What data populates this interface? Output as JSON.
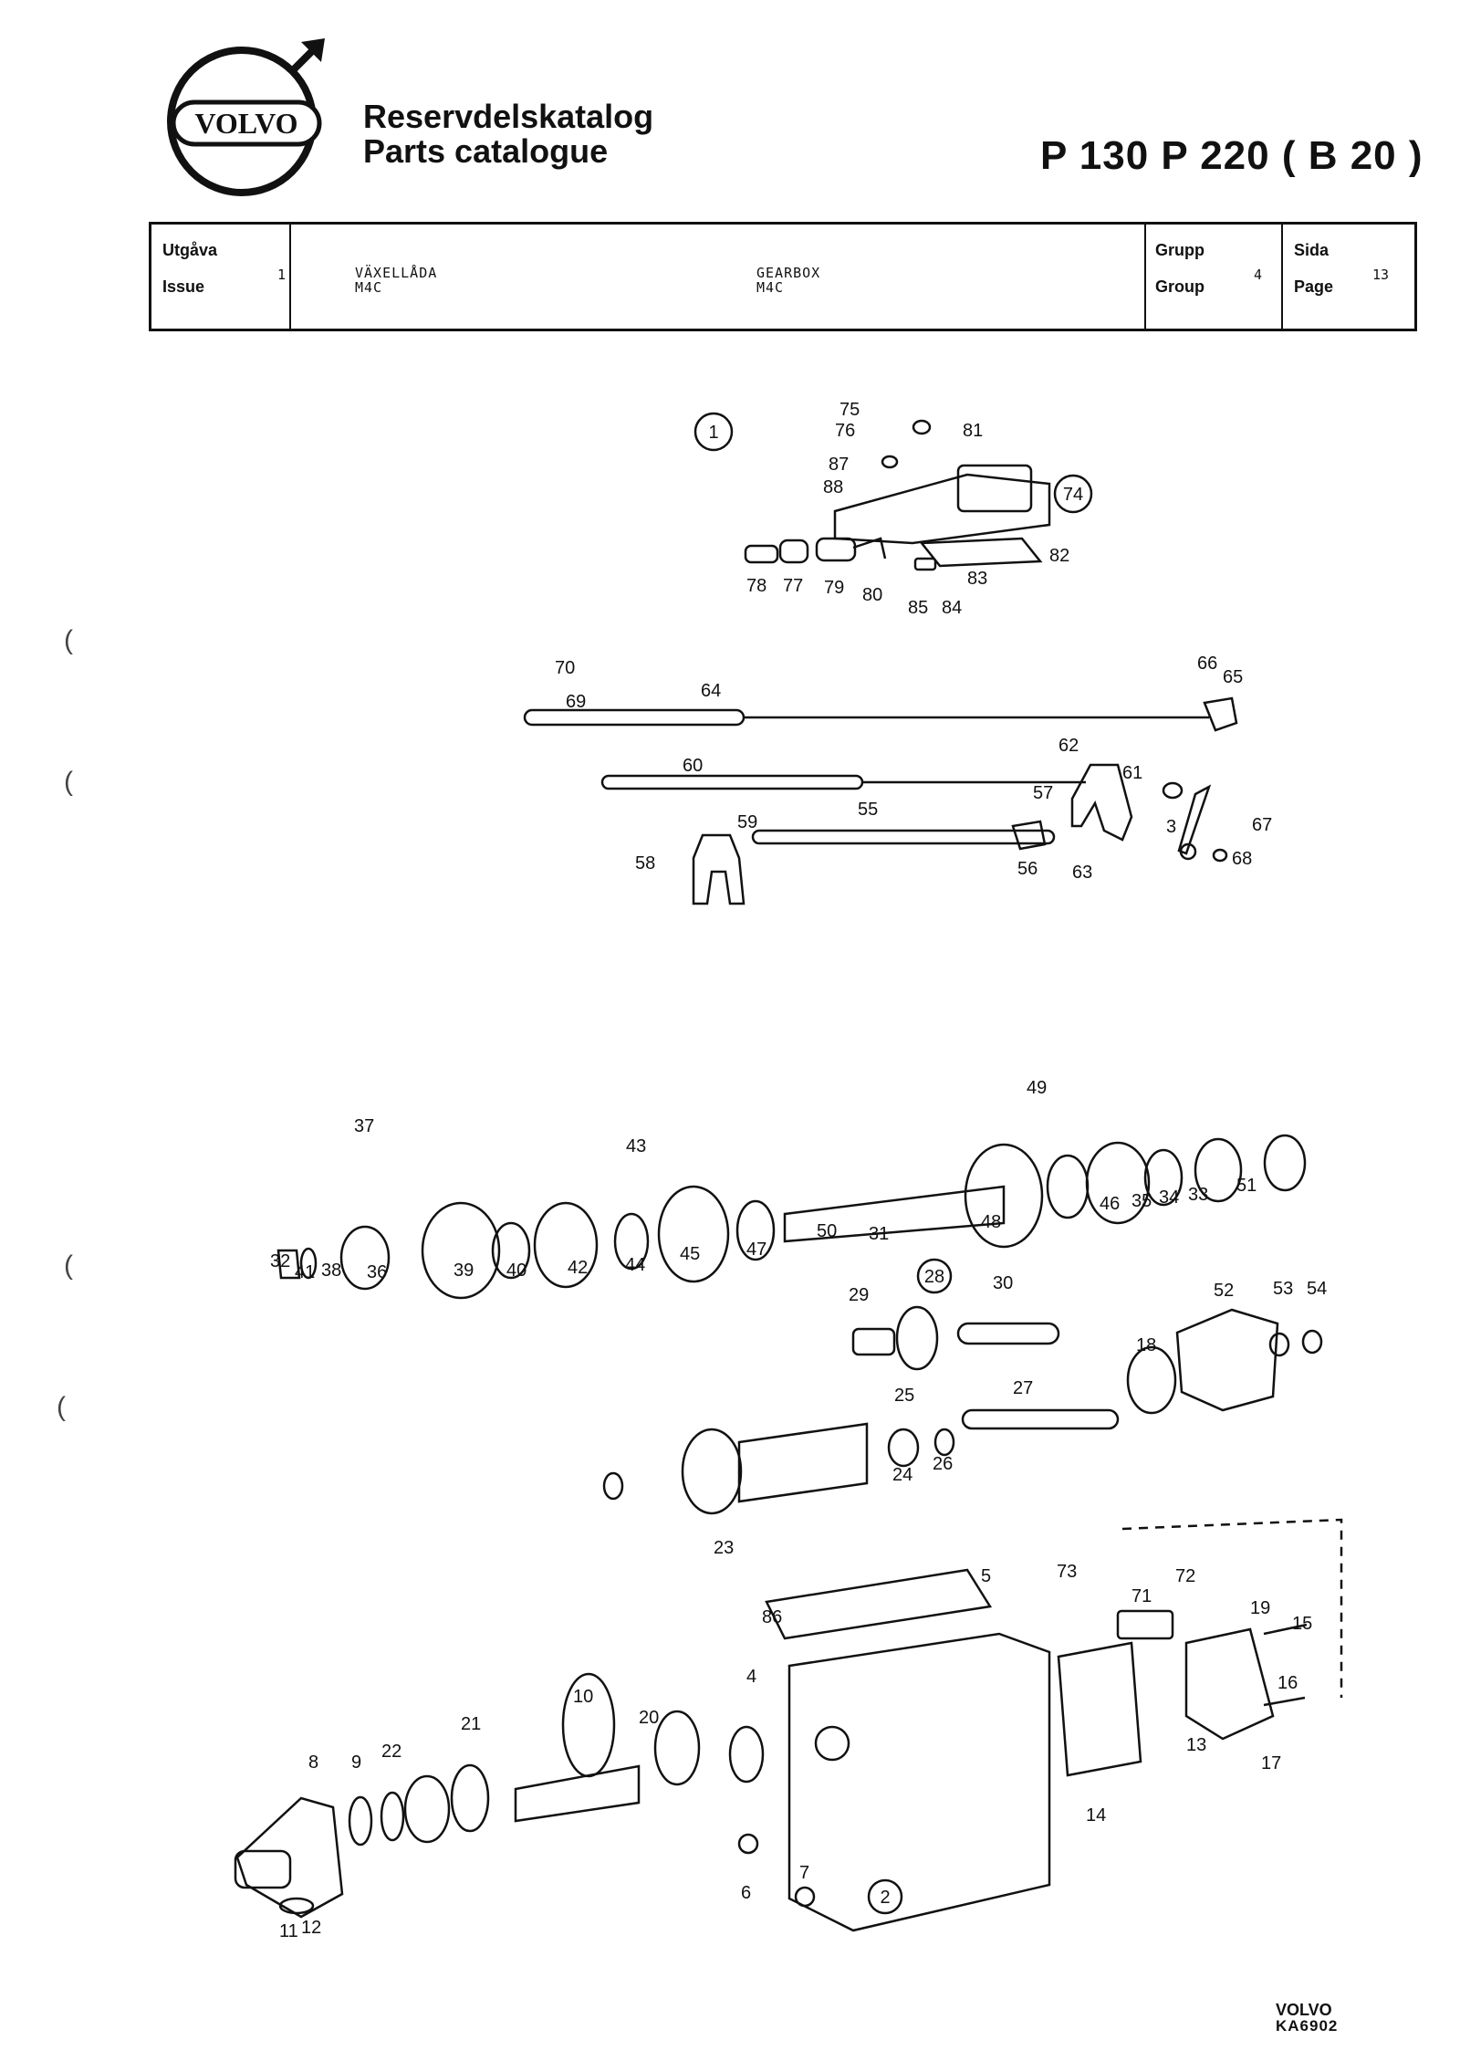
{
  "header": {
    "brand_logo": "VOLVO",
    "title_sv": "Reservdelskatalog",
    "title_en": "Parts catalogue",
    "model": "P 130   P 220 ( B 20 )"
  },
  "info_table": {
    "issue_label_sv": "Utgåva",
    "issue_label_en": "Issue",
    "issue_value": "1",
    "desc_sv": "VÄXELLÅDA",
    "desc_sv_sub": "M4C",
    "desc_en": "GEARBOX",
    "desc_en_sub": "M4C",
    "group_label_sv": "Grupp",
    "group_label_en": "Group",
    "group_value": "4",
    "page_label_sv": "Sida",
    "page_label_en": "Page",
    "page_value": "13"
  },
  "diagram": {
    "circled_callouts": [
      "1",
      "74",
      "28",
      "2"
    ],
    "labels": [
      "75",
      "76",
      "81",
      "87",
      "88",
      "82",
      "83",
      "84",
      "85",
      "80",
      "79",
      "77",
      "78",
      "70",
      "69",
      "64",
      "66",
      "65",
      "62",
      "61",
      "60",
      "57",
      "67",
      "3",
      "68",
      "59",
      "55",
      "58",
      "56",
      "63",
      "49",
      "37",
      "32",
      "41",
      "38",
      "36",
      "39",
      "40",
      "42",
      "43",
      "44",
      "45",
      "47",
      "50",
      "31",
      "48",
      "46",
      "35",
      "34",
      "33",
      "51",
      "29",
      "30",
      "25",
      "27",
      "26",
      "24",
      "23",
      "52",
      "53",
      "54",
      "18",
      "5",
      "73",
      "72",
      "71",
      "19",
      "15",
      "16",
      "17",
      "13",
      "14",
      "86",
      "4",
      "10",
      "20",
      "21",
      "22",
      "9",
      "8",
      "6",
      "7",
      "11",
      "12"
    ]
  },
  "footer": {
    "brand": "VOLVO",
    "code": "KA6902"
  }
}
